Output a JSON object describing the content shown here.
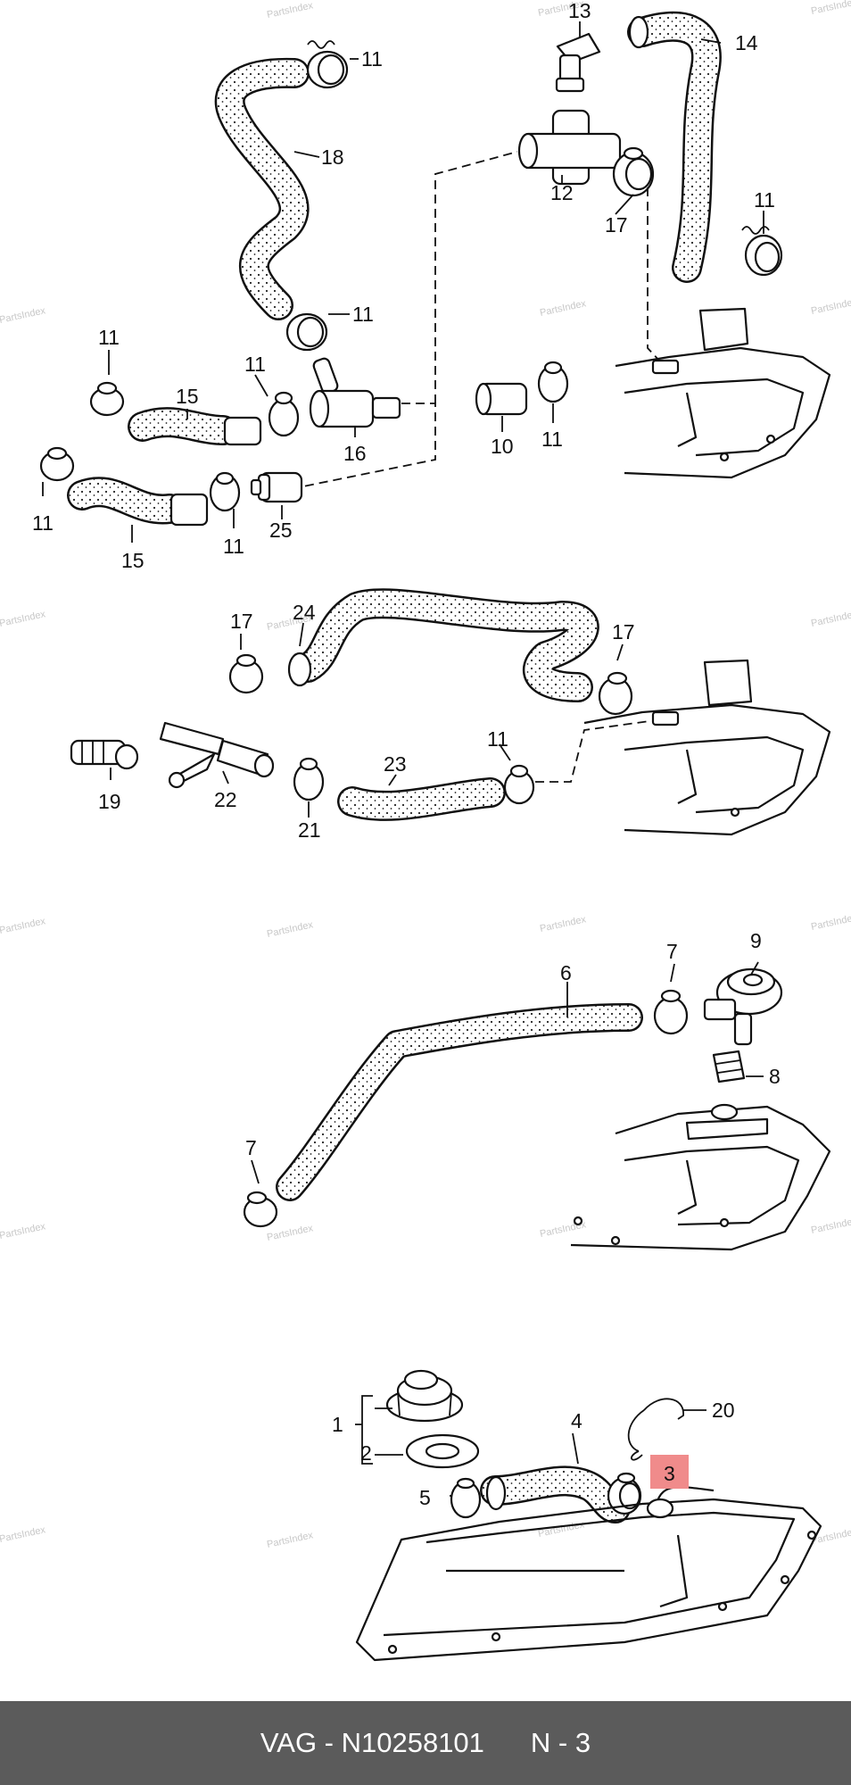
{
  "footer": {
    "part_code": "VAG - N10258101",
    "ref": "N - 3"
  },
  "watermark": "PartsIndex",
  "highlight_color": "#f08b8b",
  "labels": {
    "l13": "13",
    "l14": "14",
    "l11a": "11",
    "l18": "18",
    "l12": "12",
    "l17a": "17",
    "l11b": "11",
    "l11c": "11",
    "l11d": "11",
    "l15a": "15",
    "l11e": "11",
    "l16": "16",
    "l10": "10",
    "l11f": "11",
    "l11g": "11",
    "l15b": "15",
    "l11h": "11",
    "l25": "25",
    "l17b": "17",
    "l24": "24",
    "l17c": "17",
    "l19": "19",
    "l22": "22",
    "l21": "21",
    "l23": "23",
    "l11i": "11",
    "l7a": "7",
    "l9": "9",
    "l6": "6",
    "l8": "8",
    "l7b": "7",
    "l1": "1",
    "l2": "2",
    "l4": "4",
    "l20": "20",
    "l5": "5",
    "l3": "3"
  }
}
